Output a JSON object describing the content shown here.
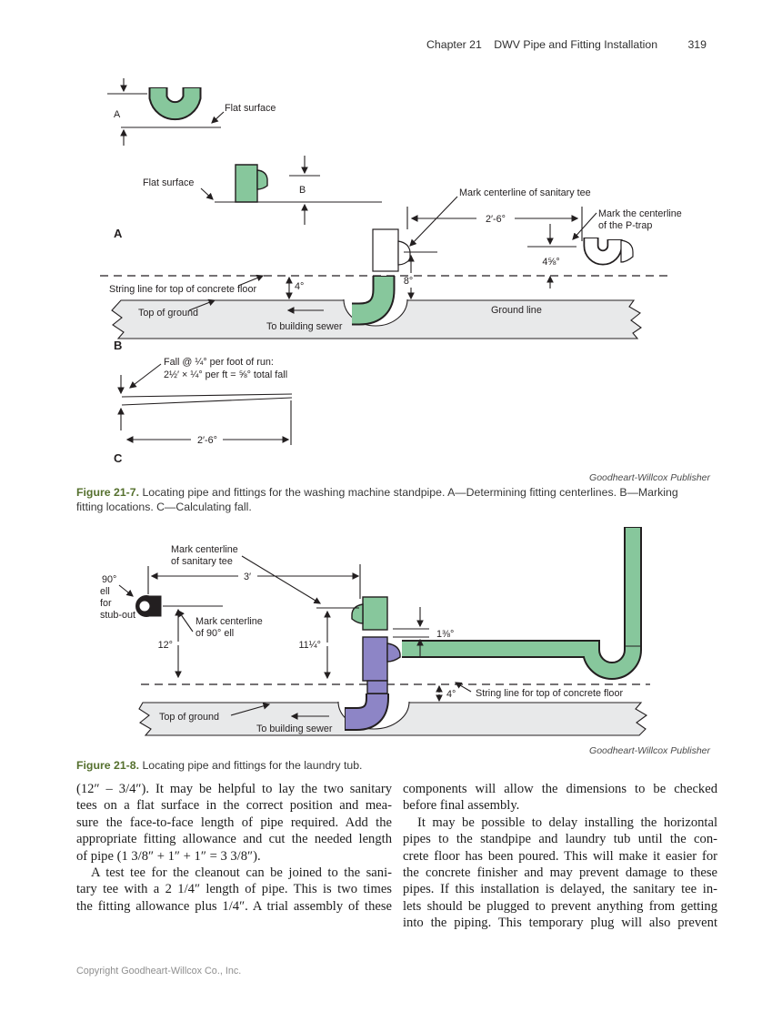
{
  "header": {
    "chapter": "Chapter 21",
    "title": "DWV Pipe and Fitting Installation",
    "page_number": "319"
  },
  "figure7": {
    "labels": {
      "dim_a": "A",
      "dim_b": "B",
      "flat_surface_top": "Flat surface",
      "flat_surface_bottom": "Flat surface",
      "section_a": "A",
      "section_b": "B",
      "section_c": "C",
      "mark_tee": "Mark centerline of sanitary tee",
      "dim_2ft6": "2′-6°",
      "mark_ptrap_line1": "Mark the centerline",
      "mark_ptrap_line2": "of the P-trap",
      "dim_4_58": "4⅝°",
      "dim_8": "8°",
      "dim_4": "4°",
      "string_line": "String line for top of concrete floor",
      "top_of_ground": "Top of ground",
      "to_sewer": "To building sewer",
      "ground_line": "Ground line",
      "fall_line1": "Fall @ ¼° per foot of run:",
      "fall_line2": "2½′ × ¼° per ft = ⅝° total fall",
      "dim_2ft6_c": "2′-6°"
    },
    "credit": "Goodheart-Willcox Publisher",
    "caption_label": "Figure 21-7.",
    "caption_line1": "Locating pipe and fittings for the washing machine standpipe. A—Determining fitting centerlines. B—Marking",
    "caption_line2": "fitting locations. C—Calculating fall."
  },
  "figure8": {
    "labels": {
      "mark_tee_line1": "Mark centerline",
      "mark_tee_line2": "of sanitary tee",
      "ell_line1": "90°",
      "ell_line2": "ell",
      "ell_line3": "for",
      "ell_line4": "stub-out",
      "dim_3ft": "3′",
      "mark_ell_line1": "Mark centerline",
      "mark_ell_line2": "of 90° ell",
      "dim_12": "12°",
      "dim_11_14": "11¼°",
      "dim_1_38": "1⅜°",
      "dim_4": "4°",
      "string_line": "String line for top of concrete floor",
      "top_of_ground": "Top of ground",
      "to_sewer": "To building sewer"
    },
    "credit": "Goodheart-Willcox Publisher",
    "caption_label": "Figure 21-8.",
    "caption": "Locating pipe and fittings for the laundry tub."
  },
  "body": {
    "left_lines": [
      "(12″ – 3/4″). It may be helpful to lay the two sanitary",
      "tees on a flat surface in the correct position and mea-",
      "sure the face-to-face length of pipe required. Add the",
      "appropriate fitting allowance and cut the needed length",
      "of pipe (1 3/8″ + 1″ + 1″ = 3 3/8″).",
      "A test tee for the cleanout can be joined to the sani-",
      "tary tee with a 2 1/4″ length of pipe. This is two times",
      "the fitting allowance plus 1/4″. A trial assembly of these"
    ],
    "right_lines": [
      "components will allow the dimensions to be checked",
      "before final assembly.",
      "It may be possible to delay installing the horizontal",
      "pipes to the standpipe and laundry tub until the con-",
      "crete floor has been poured. This will make it easier for",
      "the concrete finisher and may prevent damage to these",
      "pipes. If this installation is delayed, the sanitary tee in-",
      "lets should be plugged to prevent anything from getting",
      "into the piping. This temporary plug will also prevent"
    ]
  },
  "footer": {
    "copyright": "Copyright Goodheart-Willcox Co., Inc."
  },
  "colors": {
    "fitting_green": "#87c79c",
    "fitting_purple": "#8d85c6",
    "ground_gray": "#e8e9ea",
    "caption_green": "#55702e",
    "line_black": "#231f20"
  }
}
